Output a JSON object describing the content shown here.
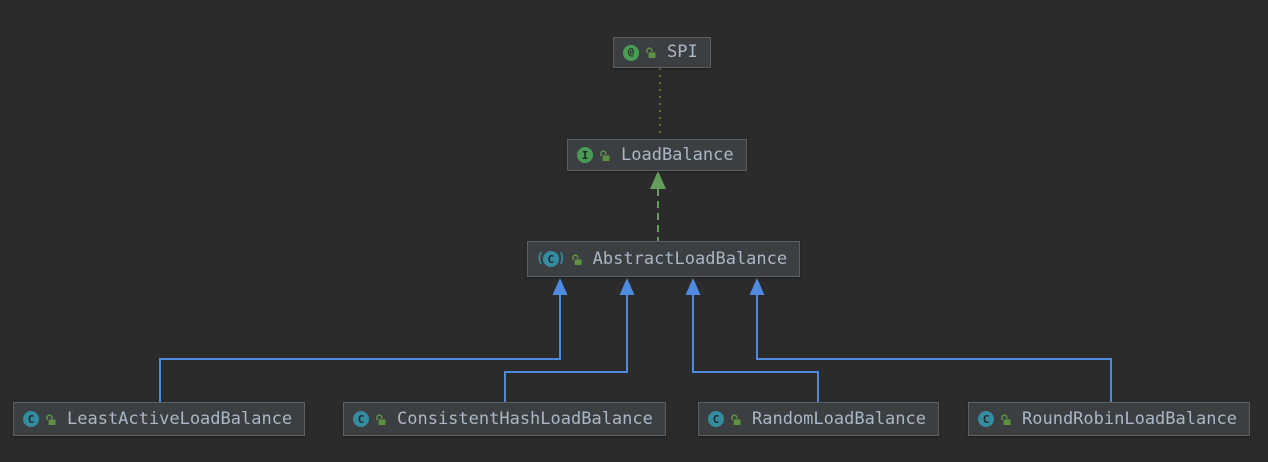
{
  "nodes": [
    {
      "id": "SPI",
      "label": "SPI",
      "kind": "annotation"
    },
    {
      "id": "LoadBalance",
      "label": "LoadBalance",
      "kind": "interface"
    },
    {
      "id": "AbstractLoadBalance",
      "label": "AbstractLoadBalance",
      "kind": "abstract-class"
    },
    {
      "id": "LeastActiveLoadBalance",
      "label": "LeastActiveLoadBalance",
      "kind": "class"
    },
    {
      "id": "ConsistentHashLoadBalance",
      "label": "ConsistentHashLoadBalance",
      "kind": "class"
    },
    {
      "id": "RandomLoadBalance",
      "label": "RandomLoadBalance",
      "kind": "class"
    },
    {
      "id": "RoundRobinLoadBalance",
      "label": "RoundRobinLoadBalance",
      "kind": "class"
    }
  ],
  "edges": [
    {
      "from": "SPI",
      "to": "LoadBalance",
      "type": "annotation-dependency",
      "style": "dotted",
      "color": "#6b6b23"
    },
    {
      "from": "AbstractLoadBalance",
      "to": "LoadBalance",
      "type": "implements",
      "style": "dashed-arrow",
      "color": "#62a05a"
    },
    {
      "from": "LeastActiveLoadBalance",
      "to": "AbstractLoadBalance",
      "type": "extends",
      "style": "solid-arrow",
      "color": "#4e8ae0"
    },
    {
      "from": "ConsistentHashLoadBalance",
      "to": "AbstractLoadBalance",
      "type": "extends",
      "style": "solid-arrow",
      "color": "#4e8ae0"
    },
    {
      "from": "RandomLoadBalance",
      "to": "AbstractLoadBalance",
      "type": "extends",
      "style": "solid-arrow",
      "color": "#4e8ae0"
    },
    {
      "from": "RoundRobinLoadBalance",
      "to": "AbstractLoadBalance",
      "type": "extends",
      "style": "solid-arrow",
      "color": "#4e8ae0"
    }
  ],
  "icons": {
    "annotation_glyph": "@",
    "interface_glyph": "I",
    "class_glyph": "C",
    "abstract_paren_open": "(",
    "abstract_paren_close": ")",
    "lock": "open-padlock"
  },
  "colors": {
    "canvas_bg": "#2b2b2b",
    "node_bg": "#3c3f41",
    "node_border": "#5e6163",
    "node_text": "#a9b7c6",
    "annotation_icon": "#499c54",
    "interface_icon": "#499c54",
    "class_icon": "#348ca0",
    "lock_icon": "#5f9143",
    "extends_edge": "#4e8ae0",
    "implements_edge": "#62a05a",
    "annotation_edge": "#6b6b23"
  }
}
